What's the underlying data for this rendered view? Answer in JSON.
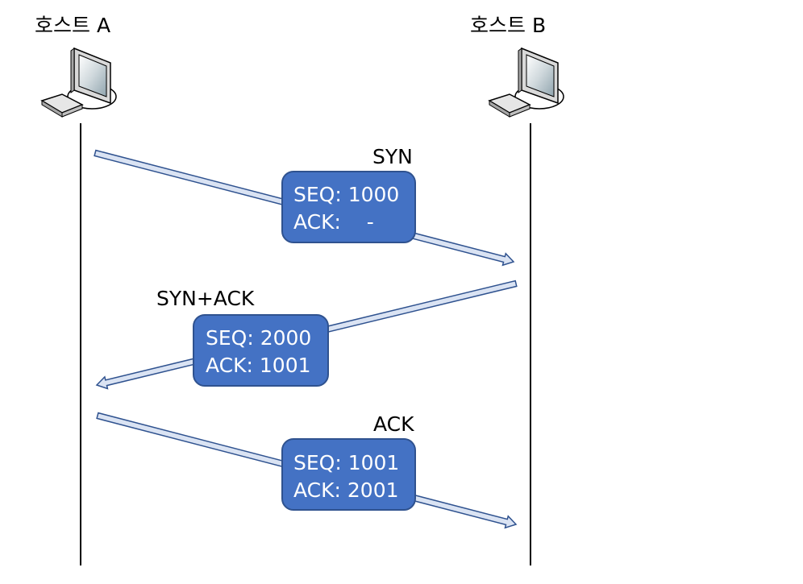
{
  "hosts": {
    "a": {
      "label": "호스트 A"
    },
    "b": {
      "label": "호스트 B"
    }
  },
  "messages": [
    {
      "label": "SYN",
      "seq_line": "SEQ: 1000",
      "ack_line": "ACK:    -",
      "direction": "A to B"
    },
    {
      "label": "SYN+ACK",
      "seq_line": "SEQ: 2000",
      "ack_line": "ACK: 1001",
      "direction": "B to A"
    },
    {
      "label": "ACK",
      "seq_line": "SEQ: 1001",
      "ack_line": "ACK: 2001",
      "direction": "A to B"
    }
  ],
  "colors": {
    "box_fill": "#4472c4",
    "box_stroke": "#2f528f",
    "arrow_fill": "#dae3f3",
    "arrow_stroke": "#2f528f",
    "timeline": "#000000"
  }
}
